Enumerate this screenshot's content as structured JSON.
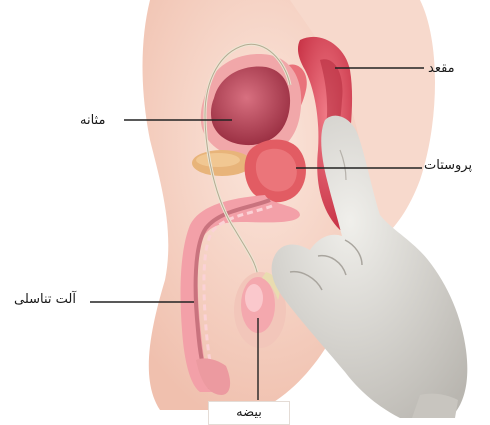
{
  "labels": {
    "rectum": "مقعد",
    "bladder": "مثانه",
    "prostate": "پروستات",
    "penis": "آلت تناسلی",
    "testicle": "بیضه"
  },
  "colors": {
    "skin": "#f6d4c6",
    "flesh": "#f0b8a8",
    "bladder": "#b8475a",
    "prostate": "#e25c63",
    "glove": "#d9d7d2"
  }
}
